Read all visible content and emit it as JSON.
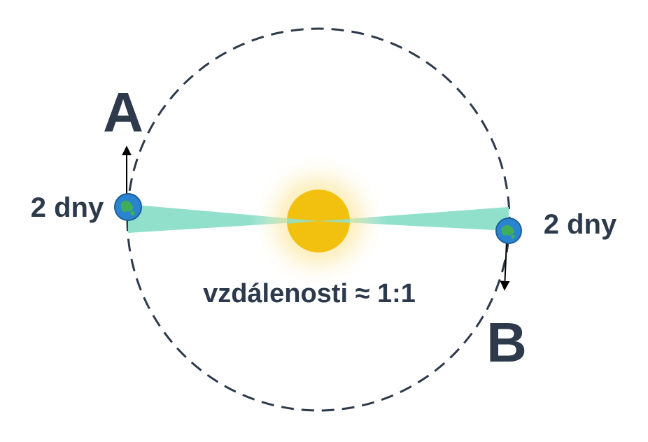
{
  "labels": {
    "point_a": "A",
    "point_b": "B",
    "time_a": "2 dny",
    "time_b": "2 dny",
    "ratio": "vzdálenosti ≈ 1:1"
  },
  "colors": {
    "orbit": "#2c3a4b",
    "text": "#2c3a4b",
    "sun": "#f2c10f",
    "sun_glow": "#fbe38a",
    "swept_area": "#91e0cb",
    "planet_ocean": "#2a84cf",
    "planet_land": "#3fae5a",
    "arrow": "#000000"
  },
  "icons": {
    "sun": "sun-icon",
    "planet": "earth-icon"
  }
}
